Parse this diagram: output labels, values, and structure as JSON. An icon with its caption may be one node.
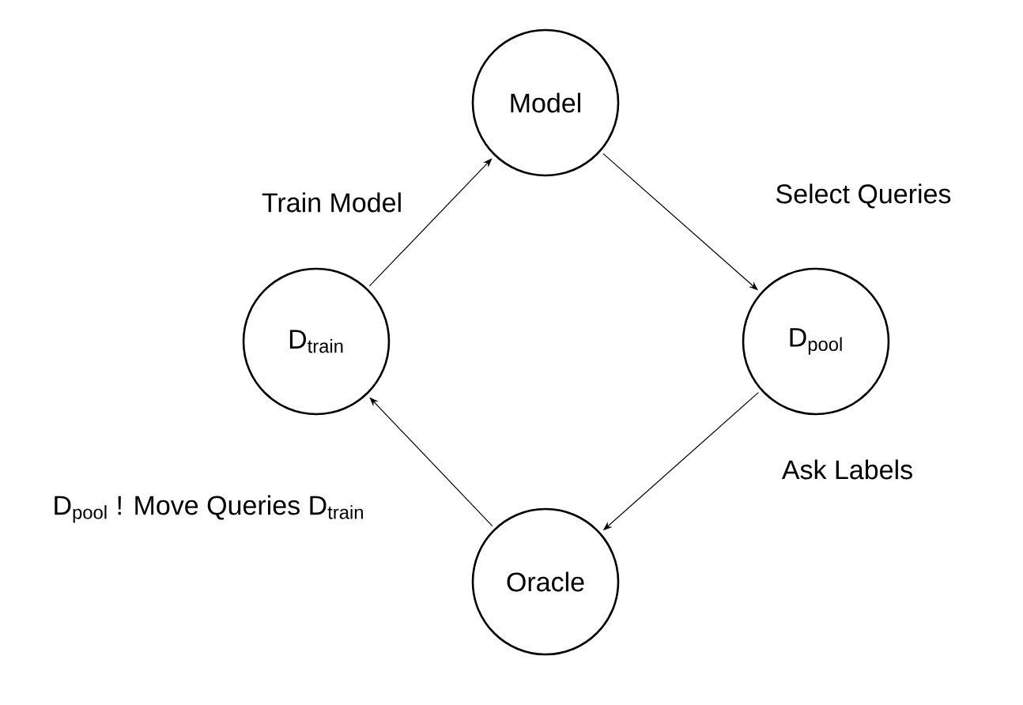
{
  "diagram": {
    "nodes": [
      {
        "text": [
          "Model"
        ]
      },
      {
        "text": [
          "D$_{train}$"
        ]
      },
      {
        "text": [
          "D$_{pool}$"
        ]
      },
      {
        "text": [
          "Oracle"
        ]
      }
    ],
    "edges": [
      {
        "from": 1,
        "to": 0,
        "arrow": "to",
        "label": "Train Model"
      },
      {
        "from": 0,
        "to": 2,
        "arrow": "to",
        "label": "Select Queries"
      },
      {
        "from": 2,
        "to": 3,
        "arrow": "to",
        "label": "Ask Labels"
      },
      {
        "from": 3,
        "to": 1,
        "arrow": "to",
        "label": "D$_{pool}$ ! Move Queries D$_{train}$"
      }
    ]
  }
}
